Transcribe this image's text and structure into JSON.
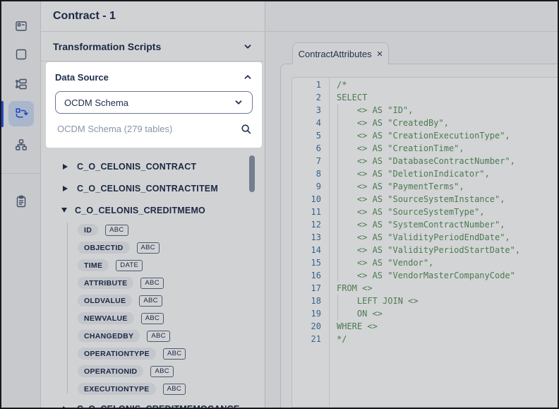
{
  "left_panel": {
    "title": "Contract - 1",
    "transformation_scripts": {
      "label": "Transformation Scripts"
    },
    "data_source": {
      "label": "Data Source",
      "dropdown_value": "OCDM Schema",
      "search_placeholder": "OCDM Schema (279 tables)"
    },
    "tables": [
      {
        "name": "C_O_CELONIS_CONTRACT",
        "expanded": false,
        "fields": []
      },
      {
        "name": "C_O_CELONIS_CONTRACTITEM",
        "expanded": false,
        "fields": []
      },
      {
        "name": "C_O_CELONIS_CREDITMEMO",
        "expanded": true,
        "fields": [
          {
            "name": "ID",
            "type": "ABC"
          },
          {
            "name": "OBJECTID",
            "type": "ABC"
          },
          {
            "name": "TIME",
            "type": "DATE"
          },
          {
            "name": "ATTRIBUTE",
            "type": "ABC"
          },
          {
            "name": "OLDVALUE",
            "type": "ABC"
          },
          {
            "name": "NEWVALUE",
            "type": "ABC"
          },
          {
            "name": "CHANGEDBY",
            "type": "ABC"
          },
          {
            "name": "OPERATIONTYPE",
            "type": "ABC"
          },
          {
            "name": "OPERATIONID",
            "type": "ABC"
          },
          {
            "name": "EXECUTIONTYPE",
            "type": "ABC"
          }
        ]
      },
      {
        "name": "C_O_CELONIS_CREDITMEMOCANCE...",
        "expanded": false,
        "fields": []
      }
    ]
  },
  "sidebar": {
    "icons": [
      "form-layout-icon",
      "square-icon",
      "schema-list-icon",
      "transformations-icon",
      "sitemap-icon",
      "clipboard-icon"
    ],
    "active_icon": "transformations-icon"
  },
  "editor": {
    "tab": {
      "label": "ContractAttributes"
    },
    "code_lines": [
      "/*",
      "SELECT",
      "    <> AS \"ID\",",
      "    <> AS \"CreatedBy\",",
      "    <> AS \"CreationExecutionType\",",
      "    <> AS \"CreationTime\",",
      "    <> AS \"DatabaseContractNumber\",",
      "    <> AS \"DeletionIndicator\",",
      "    <> AS \"PaymentTerms\",",
      "    <> AS \"SourceSystemInstance\",",
      "    <> AS \"SourceSystemType\",",
      "    <> AS \"SystemContractNumber\",",
      "    <> AS \"ValidityPeriodEndDate\",",
      "    <> AS \"ValidityPeriodStartDate\",",
      "    <> AS \"Vendor\",",
      "    <> AS \"VendorMasterCompanyCode\"",
      "FROM <>",
      "    LEFT JOIN <>",
      "    ON <>",
      "WHERE <>",
      "*/"
    ]
  },
  "icons": {
    "tab_close": "×"
  },
  "colors": {
    "accent_blue": "#2c55e8",
    "active_icon_bg": "#ccdcf4",
    "navy_text": "#22304f",
    "code_green": "#5a9261",
    "line_number_blue": "#4075a7",
    "spotlight_panel_bg": "#ffffff"
  }
}
